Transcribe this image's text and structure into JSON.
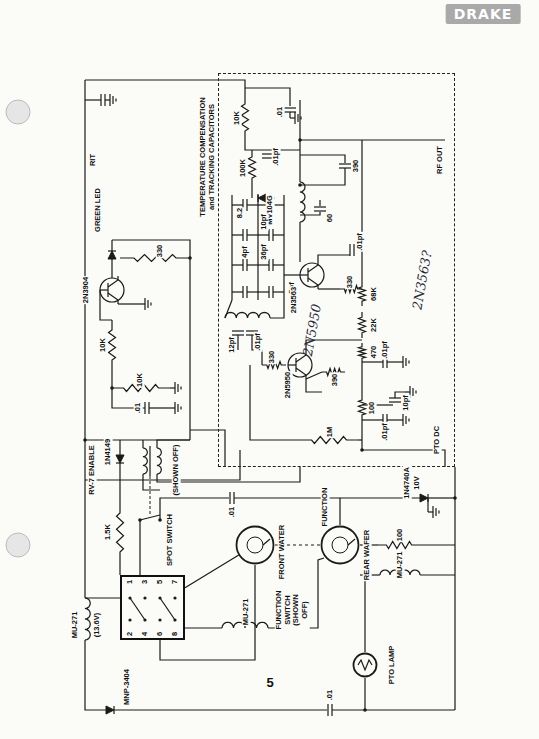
{
  "diagram": {
    "nodes": [
      {
        "text": [
          "TEMPERATURE COMPENSATION and TRACKING CAPACITORS"
        ]
      },
      {
        "text": [
          "MNP-3404"
        ]
      },
      {
        "text": [
          "FRONT WATER"
        ]
      },
      {
        "text": [
          "FUNCTION",
          "REAR WAFER"
        ]
      },
      {
        "text": [
          "PTO LAMP"
        ]
      }
    ],
    "edges": [
      {
        "from": 1,
        "to": 2,
        "arrow": "none"
      }
    ],
    "labels": [
      "RIT",
      "GREEN LED",
      "330",
      "2N3904",
      "10K",
      "10K",
      ".01",
      "RV-7 ENABLE",
      "1N4149",
      "1.5K",
      "SPOT SWITCH",
      "(SHOWN OFF)",
      "MU-271",
      "(13.6V)",
      ".01",
      "MU-271",
      "FUNCTION SWITCH (SHOWN OFF)",
      "1N4740A",
      "10V",
      "100",
      "MU-271",
      ".01",
      "1",
      "3",
      "5",
      "7",
      "2",
      "4",
      "6",
      "8",
      "10K",
      ".01",
      "100K",
      ".01pf",
      "MV104G",
      "8.2",
      "10pf",
      "4pf",
      "36pf",
      "5pf",
      "12pf",
      ".01pf",
      "2N3563",
      "2N5950",
      "330",
      "390",
      "1M",
      "100",
      ".01pf",
      "10pf",
      ".01pf",
      "470",
      "22K",
      "68K",
      "330",
      ".01pf",
      "390",
      "60",
      "RF OUT",
      "PTO DC",
      "2N5950",
      "2N3563?",
      "5",
      "DRAKE"
    ]
  }
}
